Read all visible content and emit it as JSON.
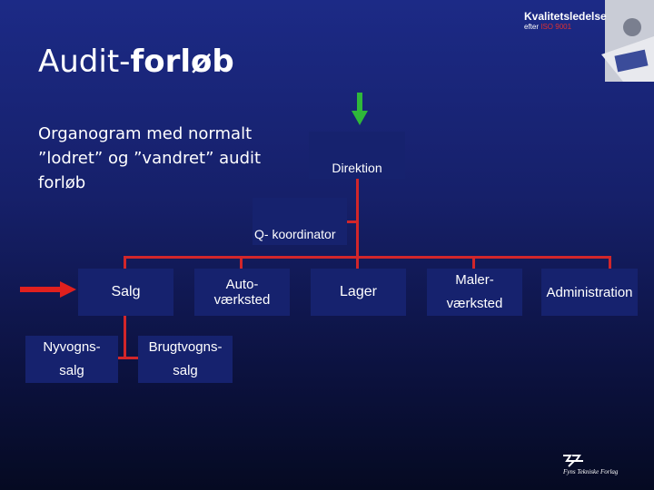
{
  "title": {
    "plain": "Audit-",
    "bold": "forløb"
  },
  "subtitle": "Organogram med normalt ”lodret” og ”vandret” audit forløb",
  "logo": {
    "title": "Kvalitetsledelse",
    "sub_prefix": "efter ",
    "sub_iso": "ISO 9001"
  },
  "footer": {
    "text": "Fyns Tekniske Forlag"
  },
  "colors": {
    "connector": "#d2262a",
    "box": "#16226e",
    "vertical_arrow": "#2fb83a",
    "horizontal_arrow": "#e0201e"
  },
  "org": {
    "direktion": "Direktion",
    "koordinator": "Q- koordinator",
    "salg": "Salg",
    "auto": [
      "Auto-",
      "værksted"
    ],
    "lager": "Lager",
    "maler": [
      "Maler-",
      "værksted"
    ],
    "administration": "Administration",
    "nyvogn": [
      "Nyvogns-",
      "salg"
    ],
    "brugtvogn": [
      "Brugtvogns-",
      "salg"
    ]
  }
}
